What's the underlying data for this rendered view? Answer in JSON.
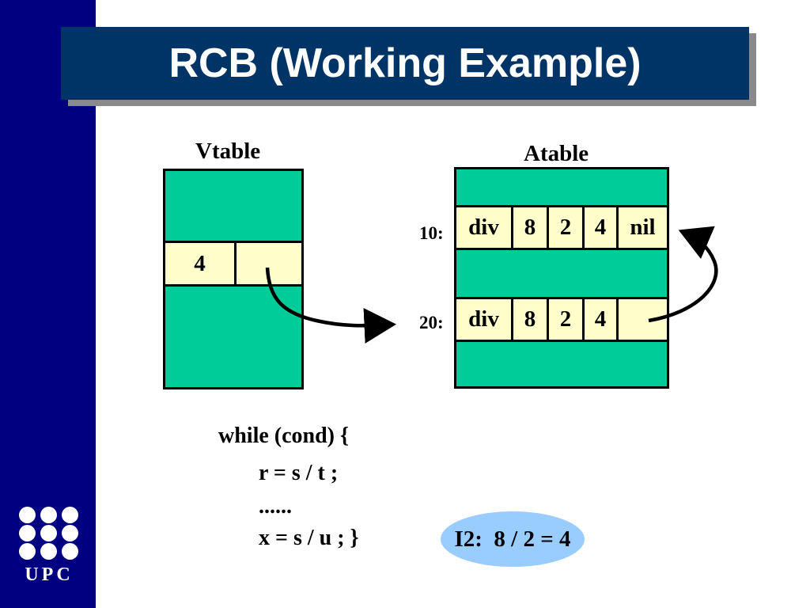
{
  "title": "RCB (Working Example)",
  "logo_text": "UPC",
  "vtable": {
    "label": "Vtable",
    "entry": [
      "4",
      ""
    ]
  },
  "atable": {
    "label": "Atable",
    "rows": [
      {
        "address": "10:",
        "cells": [
          "div",
          "8",
          "2",
          "4",
          "nil"
        ]
      },
      {
        "address": "20:",
        "cells": [
          "div",
          "8",
          "2",
          "4",
          ""
        ]
      }
    ]
  },
  "code": {
    "line1": "while (cond) {",
    "line2": "r = s / t ;",
    "line3": "......",
    "line4": "x = s / u ; }"
  },
  "callout": "I2:  8 / 2 = 4",
  "colors": {
    "sidebar": "#000080",
    "title_bar": "#003366",
    "table_fill": "#00cc99",
    "row_fill": "#ffffcc",
    "callout_fill": "#99ccff"
  }
}
